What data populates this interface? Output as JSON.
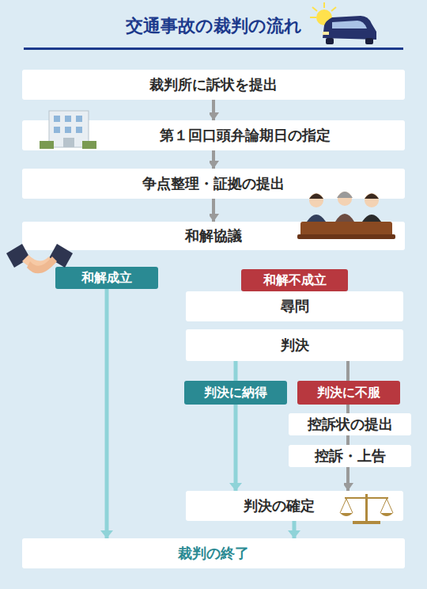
{
  "diagram": {
    "title": "交通事故の裁判の流れ",
    "nodes": [
      {
        "text": [
          "裁判所に訴状を提出"
        ]
      },
      {
        "text": [
          "第１回口頭弁論期日の指定"
        ]
      },
      {
        "text": [
          "争点整理・証拠の提出"
        ]
      },
      {
        "text": [
          "和解協議"
        ]
      },
      {
        "text": [
          "和解成立"
        ]
      },
      {
        "text": [
          "和解不成立"
        ]
      },
      {
        "text": [
          "尋問"
        ]
      },
      {
        "text": [
          "判決"
        ]
      },
      {
        "text": [
          "判決に納得"
        ]
      },
      {
        "text": [
          "判決に不服"
        ]
      },
      {
        "text": [
          "控訴状の提出"
        ]
      },
      {
        "text": [
          "控訴・上告"
        ]
      },
      {
        "text": [
          "判決の確定"
        ]
      },
      {
        "text": [
          "裁判の終了"
        ]
      }
    ],
    "edges": [
      {
        "from": 0,
        "to": 1,
        "arrow": "to"
      },
      {
        "from": 1,
        "to": 2,
        "arrow": "to"
      },
      {
        "from": 2,
        "to": 3,
        "arrow": "to"
      },
      {
        "from": 4,
        "to": 13,
        "arrow": "to"
      },
      {
        "from": 7,
        "to": 8,
        "arrow": "none"
      },
      {
        "from": 7,
        "to": 9,
        "arrow": "none"
      },
      {
        "from": 8,
        "to": 12,
        "arrow": "to"
      },
      {
        "from": 9,
        "to": 10,
        "arrow": "none"
      },
      {
        "from": 10,
        "to": 11,
        "arrow": "none"
      },
      {
        "from": 11,
        "to": 12,
        "arrow": "to"
      },
      {
        "from": 12,
        "to": 13,
        "arrow": "to"
      }
    ]
  }
}
